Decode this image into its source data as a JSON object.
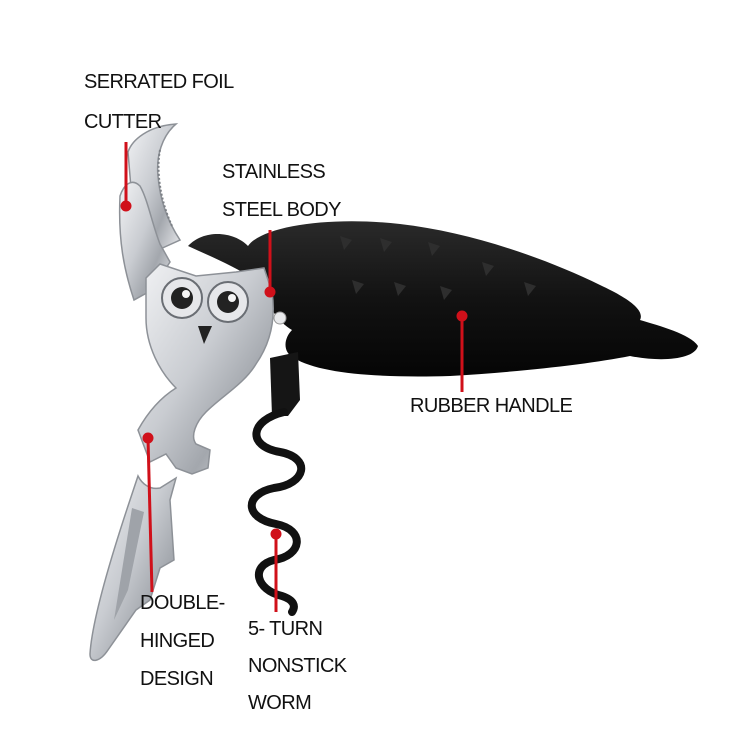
{
  "labels": {
    "foil_cutter": [
      "SERRATED FOIL",
      "CUTTER"
    ],
    "body": [
      "STAINLESS",
      "STEEL BODY"
    ],
    "handle": [
      "RUBBER HANDLE"
    ],
    "hinge": [
      "DOUBLE-",
      "HINGED",
      "DESIGN"
    ],
    "worm": [
      "5- TURN",
      "NONSTICK",
      "WORM"
    ]
  },
  "colors": {
    "leader": "#d0101a",
    "handle": "#141414",
    "steel": "#d2d4d8",
    "text": "#111111"
  }
}
